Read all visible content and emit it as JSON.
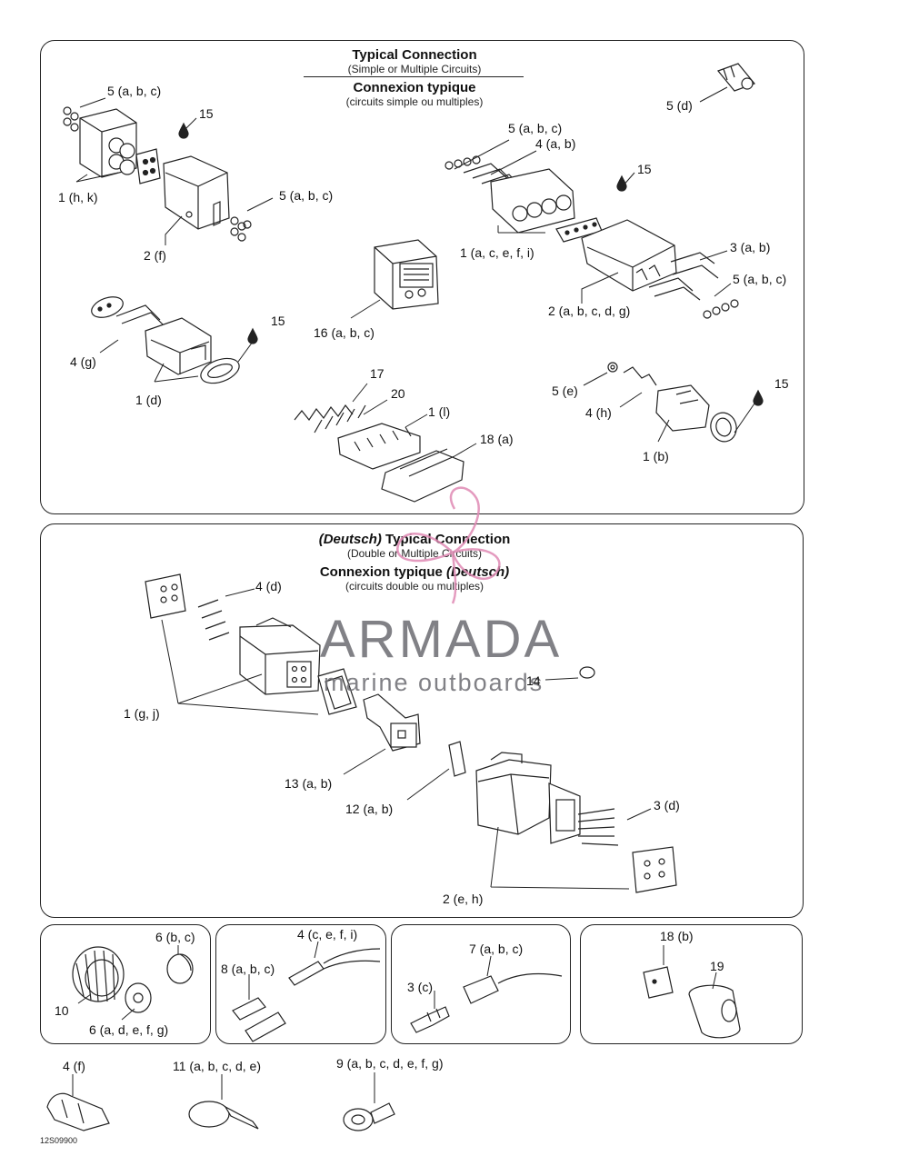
{
  "sections": {
    "top": {
      "title_en": "Typical Connection",
      "sub_en": "(Simple or Multiple Circuits)",
      "title_fr": "Connexion typique",
      "sub_fr": "(circuits simple ou multiples)"
    },
    "deutsch": {
      "prefix_en": "(Deutsch)",
      "title_en": "Typical Connection",
      "sub_en": "(Double or Multiple Circuits)",
      "title_fr": "Connexion typique",
      "suffix_fr": "(Deutsch)",
      "sub_fr": "(circuits double ou multiples)"
    }
  },
  "labels": {
    "p5abc_tl": "5 (a, b, c)",
    "p15_a": "15",
    "p1hk": "1 (h, k)",
    "p5abc_ml": "5 (a, b, c)",
    "p2f": "2 (f)",
    "p5d": "5 (d)",
    "p5abc_tr": "5 (a, b, c)",
    "p4ab": "4 (a, b)",
    "p15_b": "15",
    "p1acefi": "1 (a, c, e, f, i)",
    "p3ab": "3 (a, b)",
    "p5abc_r": "5 (a, b, c)",
    "p2abcdg": "2 (a, b, c, d, g)",
    "p16abc": "16 (a, b, c)",
    "p4g": "4 (g)",
    "p15_c": "15",
    "p1d": "1 (d)",
    "p17": "17",
    "p20": "20",
    "p1l": "1 (l)",
    "p18a": "18 (a)",
    "p5e": "5 (e)",
    "p4h": "4 (h)",
    "p15_d": "15",
    "p1b": "1 (b)",
    "p4d": "4 (d)",
    "p1gj": "1 (g, j)",
    "p14": "14",
    "p13ab": "13 (a, b)",
    "p12ab": "12 (a, b)",
    "p3d": "3 (d)",
    "p2eh": "2 (e, h)",
    "p6bc": "6 (b, c)",
    "p10": "10",
    "p6adefg": "6 (a, d, e, f, g)",
    "p4cefi": "4 (c, e, f, i)",
    "p8abc": "8 (a, b, c)",
    "p7abc": "7 (a, b, c)",
    "p3c": "3 (c)",
    "p18b": "18 (b)",
    "p19": "19",
    "p4f": "4 (f)",
    "p11abcde": "11 (a, b, c, d, e)",
    "p9abcdefg": "9 (a, b, c, d, e, f, g)"
  },
  "watermark": {
    "title": "ARMADA",
    "subtitle": "marine outboards",
    "color": "#6c6c72",
    "accent": "#e08ab4"
  },
  "drawing_code": "12S09900"
}
